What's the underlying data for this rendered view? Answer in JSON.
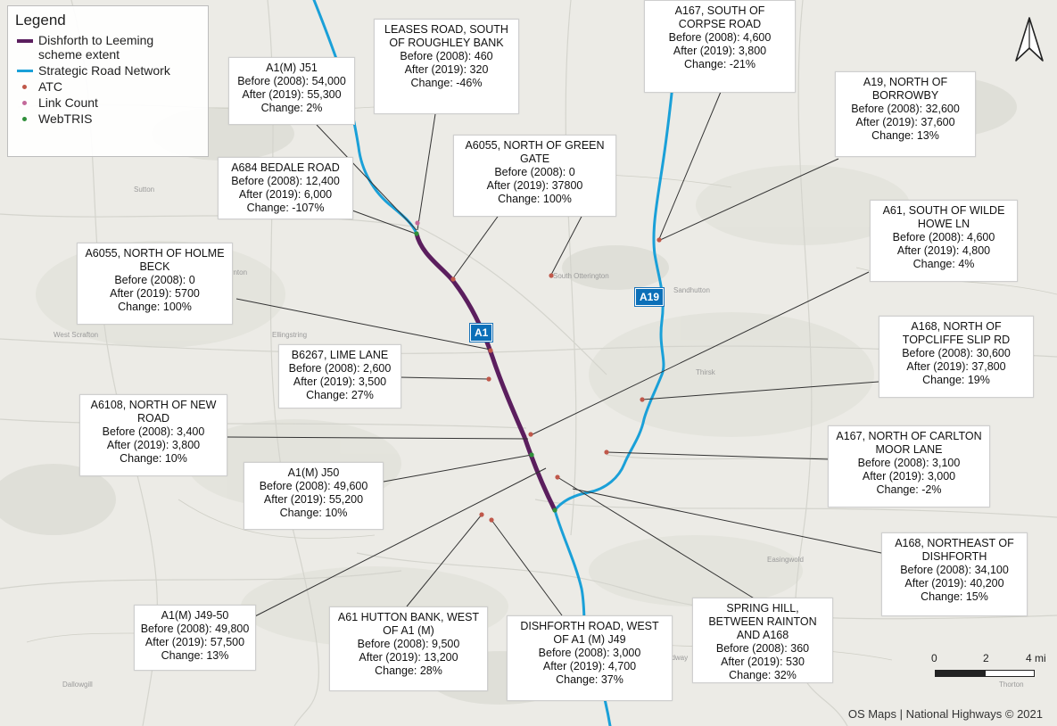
{
  "colors": {
    "scheme": "#5b1e5e",
    "srn": "#1aa0d8",
    "atc": "#c0584a",
    "link_count": "#c3699a",
    "webtris": "#2f8f3a",
    "shield": "#0b6fb8"
  },
  "legend": {
    "title": "Legend",
    "scheme_line1": "Dishforth to Leeming",
    "scheme_line2": "scheme extent",
    "srn": "Strategic Road Network",
    "atc": "ATC",
    "link_count": "Link Count",
    "webtris": "WebTRIS"
  },
  "shields": {
    "a1": "A1",
    "a19": "A19"
  },
  "north_arrow_icon": "north-arrow-icon",
  "scale_bar": {
    "zero": "0",
    "mid": "2",
    "end": "4 mi"
  },
  "credit": "OS Maps | National Highways © 2021",
  "callouts": [
    {
      "name": "LEASES ROAD, SOUTH OF ROUGHLEY BANK",
      "before": "Before (2008): 460",
      "after": "After (2019): 320",
      "change": "Change: -46%"
    },
    {
      "name": "A1(M) J51",
      "before": "Before (2008): 54,000",
      "after": "After (2019): 55,300",
      "change": "Change: 2%"
    },
    {
      "name": "A167, SOUTH OF CORPSE ROAD",
      "before": "Before (2008): 4,600",
      "after": "After (2019): 3,800",
      "change": "Change: -21%"
    },
    {
      "name": "A19, NORTH OF BORROWBY",
      "before": "Before (2008): 32,600",
      "after": "After (2019): 37,600",
      "change": "Change: 13%"
    },
    {
      "name": "A6055, NORTH OF GREEN GATE",
      "before": "Before (2008): 0",
      "after": "After (2019): 37800",
      "change": "Change: 100%"
    },
    {
      "name": "A684 BEDALE ROAD",
      "before": "Before (2008): 12,400",
      "after": "After (2019): 6,000",
      "change": "Change: -107%"
    },
    {
      "name": "A61, SOUTH OF WILDE HOWE LN",
      "before": "Before (2008): 4,600",
      "after": "After (2019): 4,800",
      "change": "Change: 4%"
    },
    {
      "name": "A6055, NORTH OF HOLME BECK",
      "before": "Before (2008): 0",
      "after": "After (2019): 5700",
      "change": "Change: 100%"
    },
    {
      "name": "A168, NORTH OF TOPCLIFFE SLIP RD",
      "before": "Before (2008): 30,600",
      "after": "After (2019): 37,800",
      "change": "Change: 19%"
    },
    {
      "name": "B6267, LIME LANE",
      "before": "Before (2008): 2,600",
      "after": "After (2019): 3,500",
      "change": "Change: 27%"
    },
    {
      "name": "A6108, NORTH OF NEW ROAD",
      "before": "Before (2008): 3,400",
      "after": "After (2019): 3,800",
      "change": "Change: 10%"
    },
    {
      "name": "A167, NORTH OF CARLTON MOOR LANE",
      "before": "Before (2008): 3,100",
      "after": "After (2019): 3,000",
      "change": "Change: -2%"
    },
    {
      "name": "A1(M) J50",
      "before": "Before (2008): 49,600",
      "after": "After (2019): 55,200",
      "change": "Change: 10%"
    },
    {
      "name": "A168, NORTHEAST OF DISHFORTH",
      "before": "Before (2008): 34,100",
      "after": "After (2019): 40,200",
      "change": "Change: 15%"
    },
    {
      "name": "A1(M) J49-50",
      "before": "Before (2008): 49,800",
      "after": "After (2019): 57,500",
      "change": "Change: 13%"
    },
    {
      "name": "A61 HUTTON BANK, WEST OF A1 (M)",
      "before": "Before (2008): 9,500",
      "after": "After (2019): 13,200",
      "change": "Change: 28%"
    },
    {
      "name": "DISHFORTH ROAD, WEST OF A1 (M) J49",
      "before": "Before (2008): 3,000",
      "after": "After (2019): 4,700",
      "change": "Change: 37%"
    },
    {
      "name": "SPRING HILL, BETWEEN RAINTON AND A168",
      "before": "Before (2008): 360",
      "after": "After (2019): 530",
      "change": "Change: 32%"
    }
  ]
}
